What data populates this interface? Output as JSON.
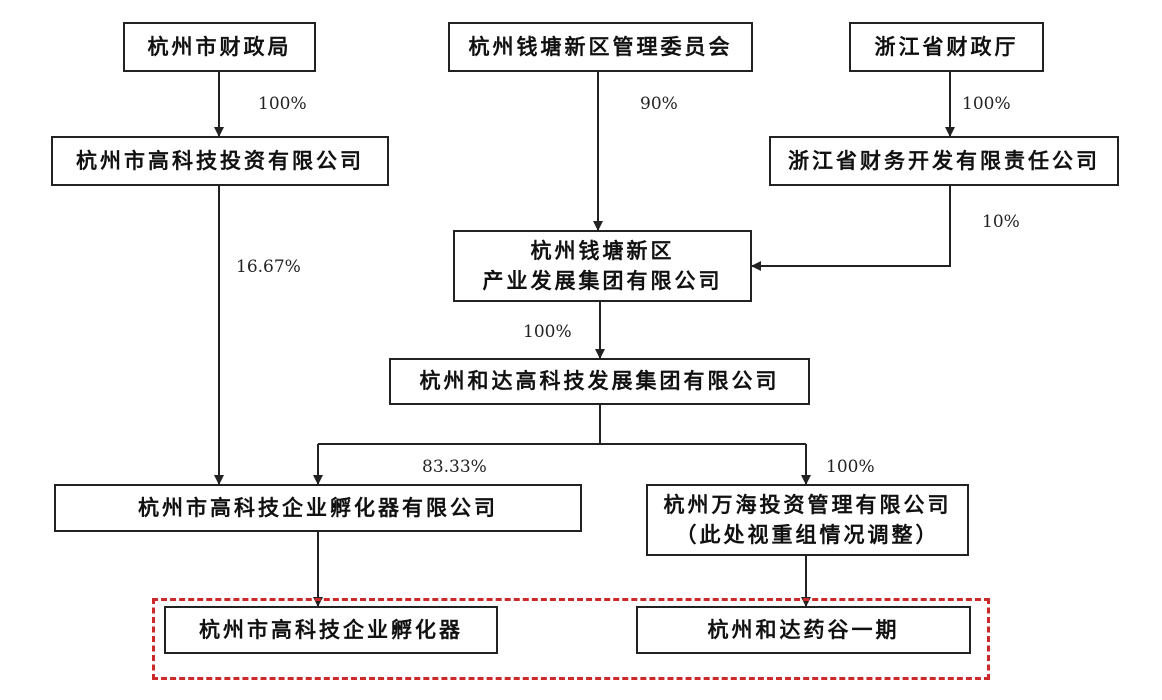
{
  "nodes": {
    "hz_finance": {
      "lines": [
        "杭州市财政局"
      ]
    },
    "qt_committee": {
      "lines": [
        "杭州钱塘新区管理委员会"
      ]
    },
    "zj_finance": {
      "lines": [
        "浙江省财政厅"
      ]
    },
    "hz_hitech_invest": {
      "lines": [
        "杭州市高科技投资有限公司"
      ]
    },
    "zj_finance_dev": {
      "lines": [
        "浙江省财务开发有限责任公司"
      ]
    },
    "qt_industry": {
      "lines": [
        "杭州钱塘新区",
        "产业发展集团有限公司"
      ]
    },
    "heda_group": {
      "lines": [
        "杭州和达高科技发展集团有限公司"
      ]
    },
    "incubator_co": {
      "lines": [
        "杭州市高科技企业孵化器有限公司"
      ]
    },
    "wanhai": {
      "lines": [
        "杭州万海投资管理有限公司",
        "（此处视重组情况调整）"
      ]
    },
    "incubator": {
      "lines": [
        "杭州市高科技企业孵化器"
      ]
    },
    "heda_pharma": {
      "lines": [
        "杭州和达药谷一期"
      ]
    }
  },
  "edges": {
    "e1": {
      "label": "100%"
    },
    "e2": {
      "label": "90%"
    },
    "e3": {
      "label": "100%"
    },
    "e4": {
      "label": "16.67%"
    },
    "e5": {
      "label": "10%"
    },
    "e6": {
      "label": "100%"
    },
    "e7": {
      "label": "83.33%"
    },
    "e8": {
      "label": "100%"
    }
  },
  "colors": {
    "line": "#222222",
    "dashed_frame": "#cc2a2a"
  }
}
